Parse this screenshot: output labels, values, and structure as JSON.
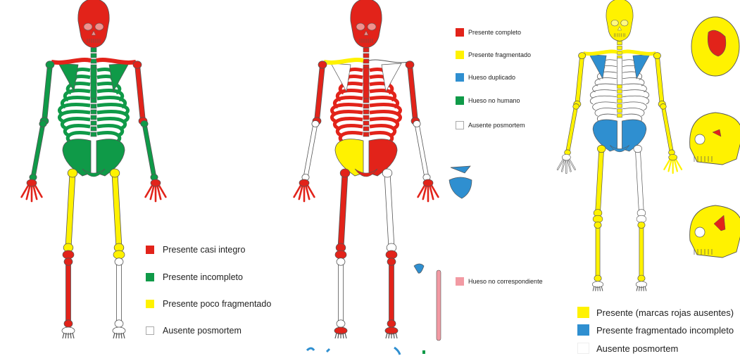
{
  "colors": {
    "red": "#e2231a",
    "green": "#0f9a48",
    "yellow": "#fff200",
    "blue": "#2f8fd0",
    "pink": "#f29aa3",
    "white": "#ffffff",
    "outline": "#555555"
  },
  "legend_left": [
    {
      "label": "Presente casi integro",
      "color": "#e2231a"
    },
    {
      "label": "Presente incompleto",
      "color": "#0f9a48"
    },
    {
      "label": "Presente poco fragmentado",
      "color": "#fff200"
    },
    {
      "label": "Ausente posmortem",
      "color": "#ffffff"
    }
  ],
  "legend_middle": [
    {
      "label": "Presente completo",
      "color": "#e2231a"
    },
    {
      "label": "Presente fragmentado",
      "color": "#fff200"
    },
    {
      "label": "Hueso duplicado",
      "color": "#2f8fd0"
    },
    {
      "label": "Hueso no humano",
      "color": "#0f9a48"
    },
    {
      "label": "Ausente posmortem",
      "color": "#ffffff"
    }
  ],
  "legend_middle_extra": {
    "label": "Hueso no correspondiente",
    "color": "#f29aa3"
  },
  "legend_right": [
    {
      "label": "Presente (marcas rojas ausentes)",
      "color": "#fff200"
    },
    {
      "label": "Presente fragmentado incompleto",
      "color": "#2f8fd0"
    },
    {
      "label": "Ausente posmortem",
      "color": "#ffffff"
    }
  ],
  "skeletons": [
    {
      "id": "left",
      "skull": "#e2231a",
      "clavicle_left": "#e2231a",
      "clavicle_right": "#e2231a",
      "scapula": "#0f9a48",
      "ribs": "#0f9a48",
      "spine": "#0f9a48",
      "pelvis": "#0f9a48",
      "upper_arm_left": "#0f9a48",
      "upper_arm_right": "#e2231a",
      "forearm_left": "#0f9a48",
      "forearm_right": "#0f9a48",
      "hand_left": "#e2231a",
      "hand_right": "#e2231a",
      "femur_left": "#fff200",
      "femur_right": "#fff200",
      "patella_left": "#e2231a",
      "patella_right": "#fff200",
      "tibia_left": "#e2231a",
      "tibia_right": "#ffffff",
      "foot_left": "#ffffff",
      "foot_right": "#ffffff"
    },
    {
      "id": "middle",
      "skull": "#e2231a",
      "clavicle_left": "#fff200",
      "clavicle_right": "#ffffff",
      "scapula": "#ffffff",
      "ribs": "#e2231a",
      "spine": "#e2231a",
      "pelvis": "#e2231a",
      "pelvis_left_wing": "#fff200",
      "upper_arm_left": "#e2231a",
      "upper_arm_right": "#e2231a",
      "forearm_left": "#ffffff",
      "forearm_right": "#ffffff",
      "hand_left": "#e2231a",
      "hand_right": "#e2231a",
      "femur_left": "#e2231a",
      "femur_right": "#ffffff",
      "patella_left": "#e2231a",
      "patella_right": "#e2231a",
      "tibia_left": "#ffffff",
      "tibia_right": "#e2231a",
      "foot_left": "#e2231a",
      "foot_right": "#e2231a"
    },
    {
      "id": "right",
      "skull": "#fff200",
      "clavicle_left": "#fff200",
      "clavicle_right": "#fff200",
      "scapula": "#2f8fd0",
      "ribs": "#ffffff",
      "spine": "#fff200",
      "pelvis": "#2f8fd0",
      "upper_arm_left": "#fff200",
      "upper_arm_right": "#fff200",
      "forearm_left": "#fff200",
      "forearm_right": "#fff200",
      "hand_left": "#ffffff",
      "hand_right": "#fff200",
      "femur_left": "#fff200",
      "femur_right": "#ffffff",
      "patella_left": "#fff200",
      "patella_right": "#ffffff",
      "tibia_left": "#fff200",
      "tibia_right": "#fff200",
      "foot_left": "#ffffff",
      "foot_right": "#ffffff"
    }
  ]
}
